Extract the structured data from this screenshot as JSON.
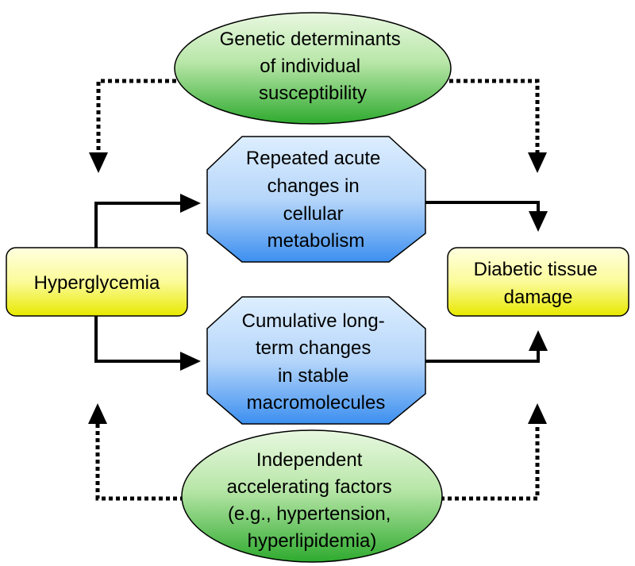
{
  "nodes": {
    "genetic": {
      "lines": [
        "Genetic determinants",
        "of  individual",
        "susceptibility"
      ]
    },
    "acute": {
      "lines": [
        "Repeated acute",
        "changes in",
        "cellular",
        "metabolism"
      ]
    },
    "hyperglycemia": {
      "lines": [
        "Hyperglycemia"
      ]
    },
    "damage": {
      "lines": [
        "Diabetic tissue",
        "damage"
      ]
    },
    "cumulative": {
      "lines": [
        "Cumulative long-",
        "term changes",
        "in stable",
        "macromolecules"
      ]
    },
    "accelerating": {
      "lines": [
        "Independent",
        "accelerating factors",
        "(e.g., hypertension,",
        "hyperlipidemia)"
      ]
    }
  },
  "colors": {
    "ellipse_fill_light": "#e8f8e0",
    "ellipse_fill_dark": "#2eaa2e",
    "octagon_fill_light": "#ddeeff",
    "octagon_fill_dark": "#3c8ff0",
    "box_fill_light": "#ffffe0",
    "box_fill_dark": "#e8e800",
    "line": "#000000"
  }
}
